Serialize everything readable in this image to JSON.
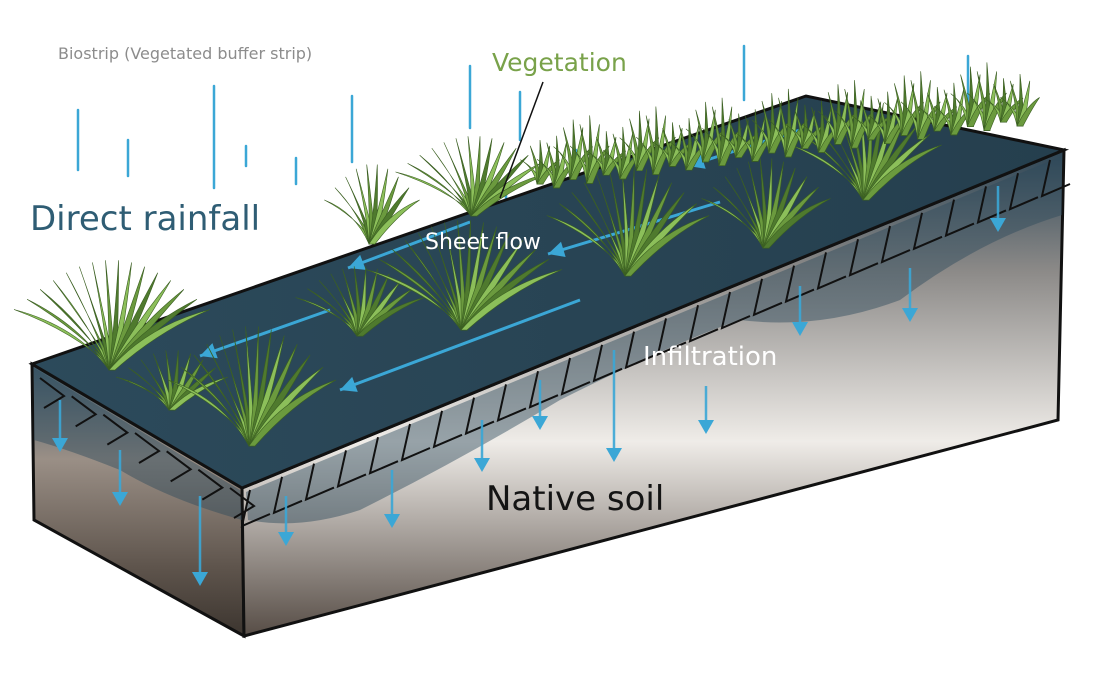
{
  "diagram": {
    "title": "Biostrip (Vegetated buffer strip)",
    "labels": {
      "vegetation": "Vegetation",
      "direct_rainfall": "Direct rainfall",
      "sheet_flow": "Sheet flow",
      "infiltration": "Infiltration",
      "native_soil": "Native soil"
    },
    "colors": {
      "water_surface": "#2b4757",
      "soil_light": "#f4f2ef",
      "soil_dark": "#5a5049",
      "rain": "#3ba7d6",
      "vegetation": "#6b9a3e",
      "vegetation_label": "#79a24a",
      "rainfall_label": "#2f5d74",
      "outline": "#111111"
    },
    "icons": [
      "rain-drop-line",
      "grass-clump",
      "flow-arrow",
      "infiltration-arrow"
    ]
  }
}
